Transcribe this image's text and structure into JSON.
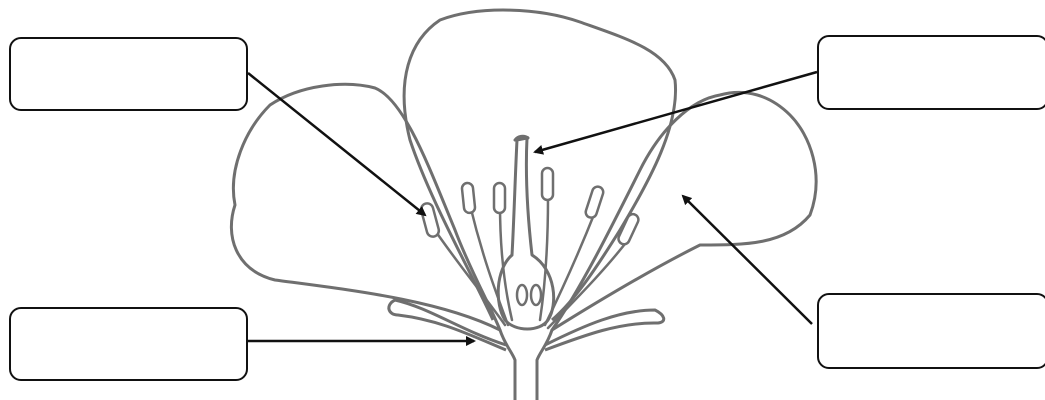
{
  "diagram": {
    "subject": "flower-cross-section",
    "label_boxes": [
      {
        "id": "top-left",
        "text": ""
      },
      {
        "id": "top-right",
        "text": ""
      },
      {
        "id": "bottom-left",
        "text": ""
      },
      {
        "id": "bottom-right",
        "text": ""
      }
    ],
    "colors": {
      "outline": "#6f6f6f",
      "box_border": "#111111",
      "arrow": "#111111",
      "background": "#ffffff"
    }
  }
}
